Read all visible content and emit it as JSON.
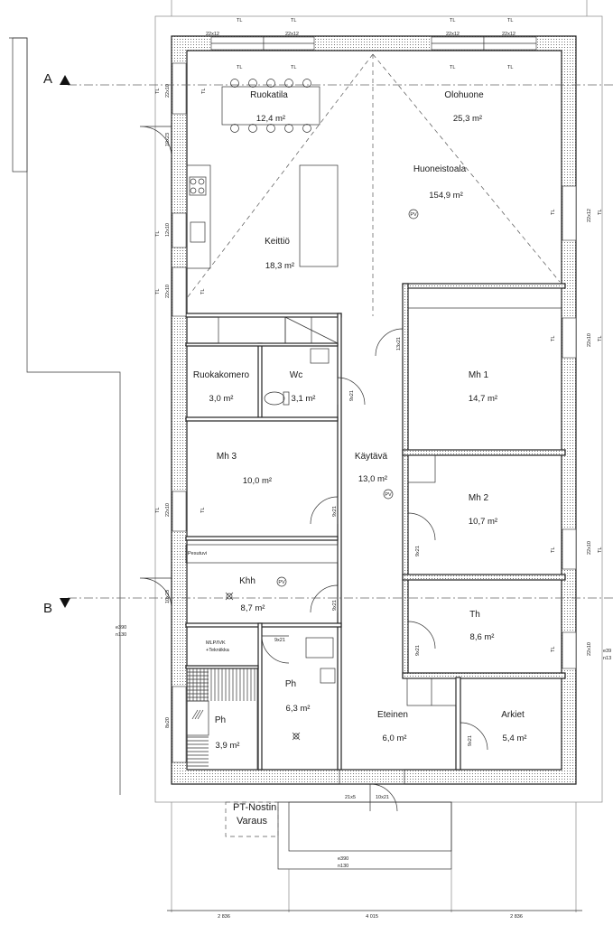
{
  "sections": {
    "a": "A",
    "b": "B"
  },
  "rooms": {
    "ruokatila": {
      "name": "Ruokatila",
      "area": "12,4 m²"
    },
    "olohuone": {
      "name": "Olohuone",
      "area": "25,3 m²"
    },
    "huoneistoala": {
      "name": "Huoneistoala",
      "area": "154,9 m²"
    },
    "keittio": {
      "name": "Keittiö",
      "area": "18,3 m²"
    },
    "ruokakomero": {
      "name": "Ruokakomero",
      "area": "3,0 m²"
    },
    "wc": {
      "name": "Wc",
      "area": "3,1 m²"
    },
    "mh1": {
      "name": "Mh 1",
      "area": "14,7 m²"
    },
    "mh3": {
      "name": "Mh 3",
      "area": "10,0 m²"
    },
    "kaytava": {
      "name": "Käytävä",
      "area": "13,0 m²"
    },
    "mh2": {
      "name": "Mh 2",
      "area": "10,7 m²"
    },
    "khh": {
      "name": "Khh",
      "area": "8,7 m²"
    },
    "th": {
      "name": "Th",
      "area": "8,6 m²"
    },
    "ph": {
      "name": "Ph",
      "area": "6,3 m²"
    },
    "sauna": {
      "name": "Ph",
      "area": "3,9 m²"
    },
    "eteinen": {
      "name": "Eteinen",
      "area": "6,0 m²"
    },
    "arkiet": {
      "name": "Arkiet",
      "area": "5,4 m²"
    }
  },
  "labels": {
    "pv": "PV",
    "tl": "TL",
    "pesutupa": "Pesutuvi",
    "mlp_line1": "MLP/IVK",
    "mlp_line2": "+Tekniikka",
    "pt_line1": "PT-Nostin",
    "pt_line2": "Varaus"
  },
  "window_sizes": {
    "w22x12": "22x12",
    "w22x10": "22x10",
    "w10x23": "10x23",
    "w12x10": "12x10",
    "w13x21": "13x21",
    "w9x21": "9x21",
    "w8x20": "8x20",
    "w21x5": "21x5",
    "w10x21": "10x21"
  },
  "elevation_notes": {
    "left_a": "e390",
    "left_b": "n130",
    "right_a": "e39",
    "right_b": "n13",
    "bottom_a": "e390",
    "bottom_b": "n130"
  },
  "dimensions": [
    "2 836",
    "4 015",
    "2 836"
  ]
}
